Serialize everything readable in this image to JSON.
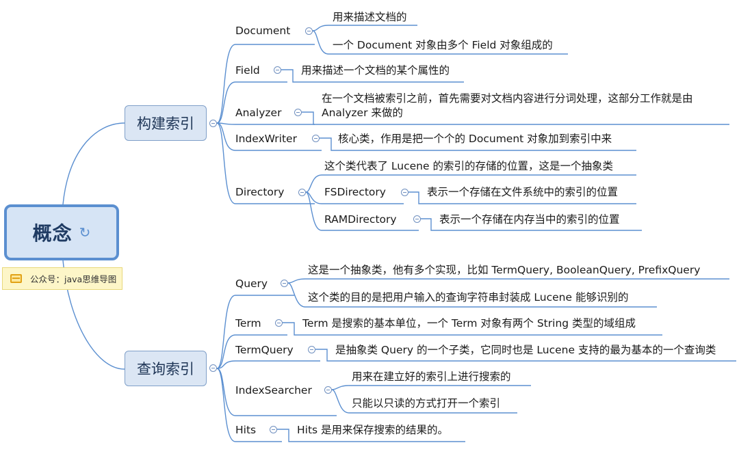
{
  "root": {
    "label": "概念",
    "icon": "refresh-link-icon"
  },
  "note": {
    "text": "公众号：java思维导图",
    "icon": "note-icon"
  },
  "branches": [
    {
      "label": "构建索引",
      "children": [
        {
          "label": "Document",
          "details": [
            "用来描述文档的",
            "一个 Document 对象由多个 Field 对象组成的"
          ]
        },
        {
          "label": "Field",
          "details": [
            "用来描述一个文档的某个属性的"
          ]
        },
        {
          "label": "Analyzer",
          "details": [
            "在一个文档被索引之前，首先需要对文档内容进行分词处理，这部分工作就是由",
            "Analyzer 来做的"
          ]
        },
        {
          "label": "IndexWriter",
          "details": [
            "核心类，作用是把一个个的 Document 对象加到索引中来"
          ]
        },
        {
          "label": "Directory",
          "details": [
            "这个类代表了 Lucene 的索引的存储的位置，这是一个抽象类"
          ],
          "children": [
            {
              "label": "FSDirectory",
              "details": [
                "表示一个存储在文件系统中的索引的位置"
              ]
            },
            {
              "label": "RAMDirectory",
              "details": [
                "表示一个存储在内存当中的索引的位置"
              ]
            }
          ]
        }
      ]
    },
    {
      "label": "查询索引",
      "children": [
        {
          "label": "Query",
          "details": [
            "这是一个抽象类，他有多个实现，比如 TermQuery, BooleanQuery, PrefixQuery",
            "这个类的目的是把用户输入的查询字符串封装成 Lucene 能够识别的"
          ]
        },
        {
          "label": "Term",
          "details": [
            "Term 是搜索的基本单位，一个 Term 对象有两个 String 类型的域组成"
          ]
        },
        {
          "label": "TermQuery",
          "details": [
            "是抽象类 Query 的一个子类，它同时也是 Lucene 支持的最为基本的一个查询类"
          ]
        },
        {
          "label": "IndexSearcher",
          "details": [
            "用来在建立好的索引上进行搜索的",
            "只能以只读的方式打开一个索引"
          ]
        },
        {
          "label": "Hits",
          "details": [
            "Hits 是用来保存搜索的结果的。"
          ]
        }
      ]
    }
  ],
  "colors": {
    "line": "#5b8fd0",
    "root_border": "#5b8fd0",
    "node_fill": "#dbe6f4",
    "note_fill": "#fdf6c8"
  }
}
